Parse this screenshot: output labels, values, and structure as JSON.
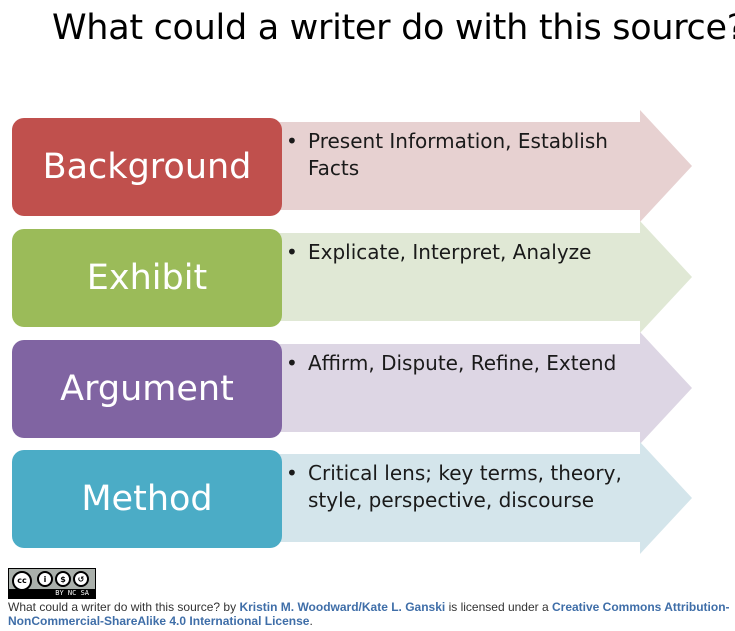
{
  "title": "What could a writer do with this source?",
  "rows": [
    {
      "label": "Background",
      "bullet": "Present Information, Establish Facts",
      "color": "#C0504D",
      "arrow_color": "#E7D1D1"
    },
    {
      "label": "Exhibit",
      "bullet": "Explicate, Interpret, Analyze",
      "color": "#9BBB59",
      "arrow_color": "#E0E8D5"
    },
    {
      "label": "Argument",
      "bullet": "Affirm, Dispute, Refine, Extend",
      "color": "#8064A2",
      "arrow_color": "#DDD6E4"
    },
    {
      "label": "Method",
      "bullet": "Critical lens; key terms, theory, style, perspective, discourse",
      "color": "#4BACC6",
      "arrow_color": "#D4E5EB"
    }
  ],
  "bullet_glyph": "•",
  "license_badge": {
    "icon": "cc-by-nc-sa-icon",
    "text": "BY NC SA",
    "cc": "cc"
  },
  "footer": {
    "work_title": "What could a writer do with this source?",
    "by": " by ",
    "authors": "Kristin M. Woodward/Kate L. Ganski",
    "licensed": " is licensed under a ",
    "license": "Creative Commons Attribution-NonCommercial-ShareAlike 4.0 International License",
    "end": "."
  }
}
